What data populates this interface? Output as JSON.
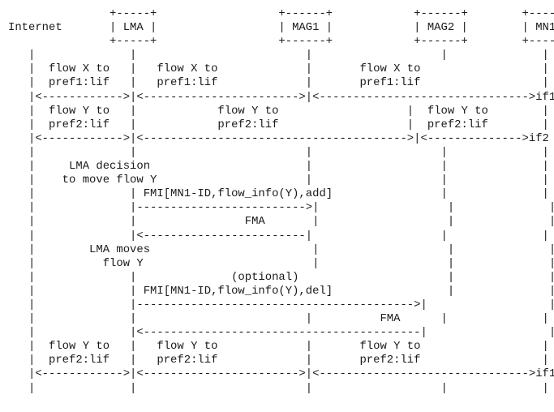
{
  "diagram": {
    "lines": [
      "               +-----+                  +------+            +------+        +-----+",
      "Internet       | LMA |                  | MAG1 |            | MAG2 |        | MN1 |",
      "               +-----+                  +------+            +------+        +-----+",
      "   |              |                         |                   |              |",
      "   |  flow X to   |   flow X to             |       flow X to                  |",
      "   |  pref1:lif   |   pref1:lif             |       pref1:lif                  |",
      "   |<------------>|<----------------------->|<------------------------------->if1",
      "   |  flow Y to   |            flow Y to                   |  flow Y to        |",
      "   |  pref2:lif   |            pref2:lif                   |  pref2:lif        |",
      "   |<------------>|<--------------------------------------->|<-------------->if2",
      "   |              |                         |                   |              |",
      "   |     LMA decision                       |                   |              |",
      "   |    to move flow Y                      |                   |              |",
      "   |              | FMI[MN1-ID,flow_info(Y),add]                |              |",
      "   |              |------------------------->|                   |              |",
      "   |              |                FMA       |                   |              |",
      "   |              |<------------------------|                   |              |",
      "   |        LMA moves                        |                   |              |",
      "   |          flow Y                         |                   |              |",
      "   |              |              (optional)                      |              |",
      "   |              | FMI[MN1-ID,flow_info(Y),del]                 |              |",
      "   |              |----------------------------------------->|                  |",
      "   |              |                         |          FMA      |              |",
      "   |              |<-----------------------------------------|                  |",
      "   |  flow Y to   |   flow Y to             |       flow Y to                  |",
      "   |  pref2:lif   |   pref2:lif             |       pref2:lif                  |",
      "   |<------------>|<----------------------->|<------------------------------->if1",
      "   |              |                         |                   |              |"
    ]
  }
}
